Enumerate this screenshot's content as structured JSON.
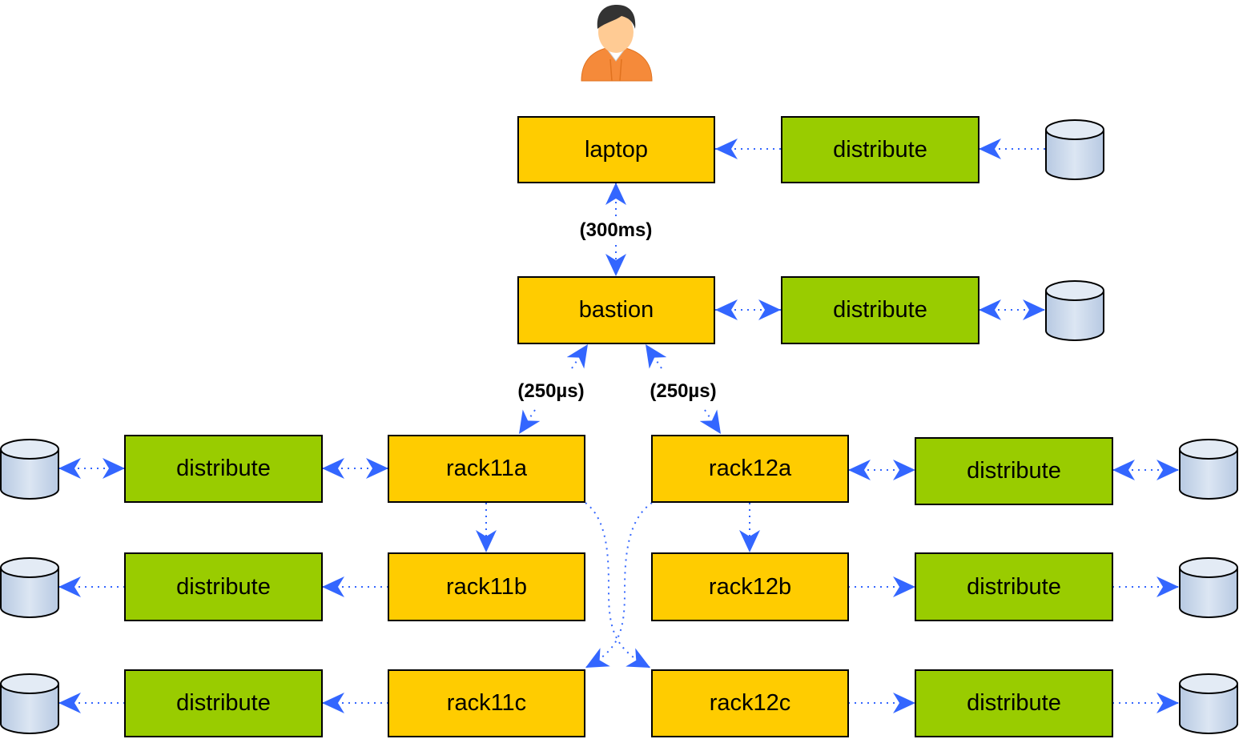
{
  "nodes": {
    "laptop": "laptop",
    "bastion": "bastion",
    "rack11a": "rack11a",
    "rack11b": "rack11b",
    "rack11c": "rack11c",
    "rack12a": "rack12a",
    "rack12b": "rack12b",
    "rack12c": "rack12c",
    "distribute": "distribute"
  },
  "latency": {
    "laptop_bastion": "(300ms)",
    "bastion_rack11a": "(250µs)",
    "bastion_rack12a": "(250µs)"
  },
  "icons": {
    "user": "user-icon",
    "database": "database-icon"
  },
  "colors": {
    "host": "#ffcc00",
    "distribute": "#99cc00",
    "arrow": "#3366ff",
    "database_fill": "#cdd9ea"
  }
}
